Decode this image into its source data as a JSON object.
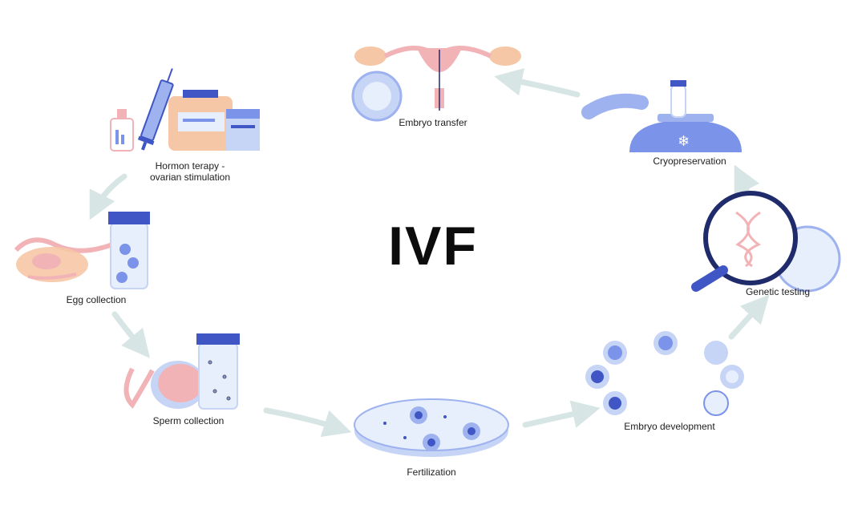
{
  "title": "IVF",
  "steps": [
    {
      "id": "hormone",
      "line1": "Hormon terapy -",
      "line2": "ovarian stimulation",
      "icon": "hormone-therapy-icon"
    },
    {
      "id": "egg",
      "label": "Egg collection",
      "icon": "egg-collection-icon"
    },
    {
      "id": "sperm",
      "label": "Sperm collection",
      "icon": "sperm-collection-icon"
    },
    {
      "id": "fert",
      "label": "Fertilization",
      "icon": "petri-dish-icon"
    },
    {
      "id": "embryo",
      "label": "Embryo development",
      "icon": "embryo-development-icon"
    },
    {
      "id": "genetic",
      "label": "Genetic testing",
      "icon": "magnifier-dna-icon"
    },
    {
      "id": "cryo",
      "label": "Cryopreservation",
      "icon": "cryo-tank-icon"
    },
    {
      "id": "transfer",
      "label": "Embryo transfer",
      "icon": "uterus-icon"
    }
  ],
  "colors": {
    "accent_blue": "#7b93e8",
    "light_blue": "#c6d4f6",
    "dark_blue": "#3f56c4",
    "pink": "#f2b3b7",
    "peach": "#f6c7a6",
    "arrow": "#d7e5e5"
  }
}
